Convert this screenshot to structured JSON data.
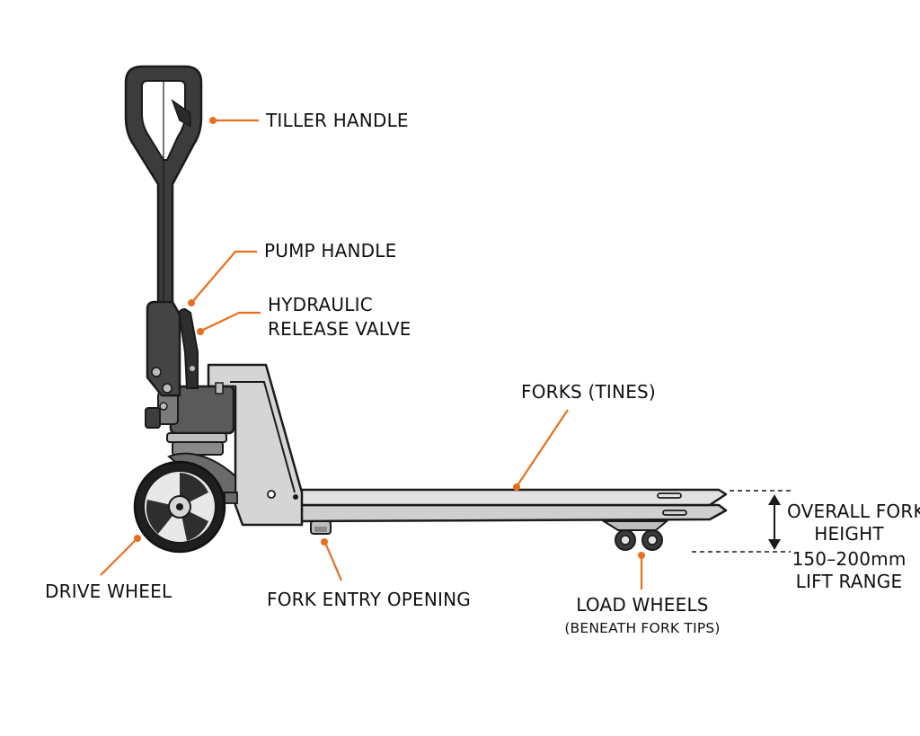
{
  "colors": {
    "accent": "#E86F1F",
    "outline": "#1a1a1a",
    "steel": "#d9d9d9",
    "dark": "#4a4a4a"
  },
  "labels": {
    "tiller_handle": "TILLER HANDLE",
    "pump_handle": "PUMP HANDLE",
    "release_valve_line1": "HYDRAULIC",
    "release_valve_line2": "RELEASE VALVE",
    "forks": "FORKS (TINES)",
    "overall_height_line1": "OVERALL FORK",
    "overall_height_line2": "HEIGHT",
    "lift_range_line1": "150–200mm",
    "lift_range_line2": "LIFT RANGE",
    "drive_wheel": "DRIVE WHEEL",
    "fork_entry": "FORK ENTRY OPENING",
    "load_wheels": "LOAD WHEELS",
    "load_wheels_note": "(BENEATH FORK TIPS)"
  }
}
